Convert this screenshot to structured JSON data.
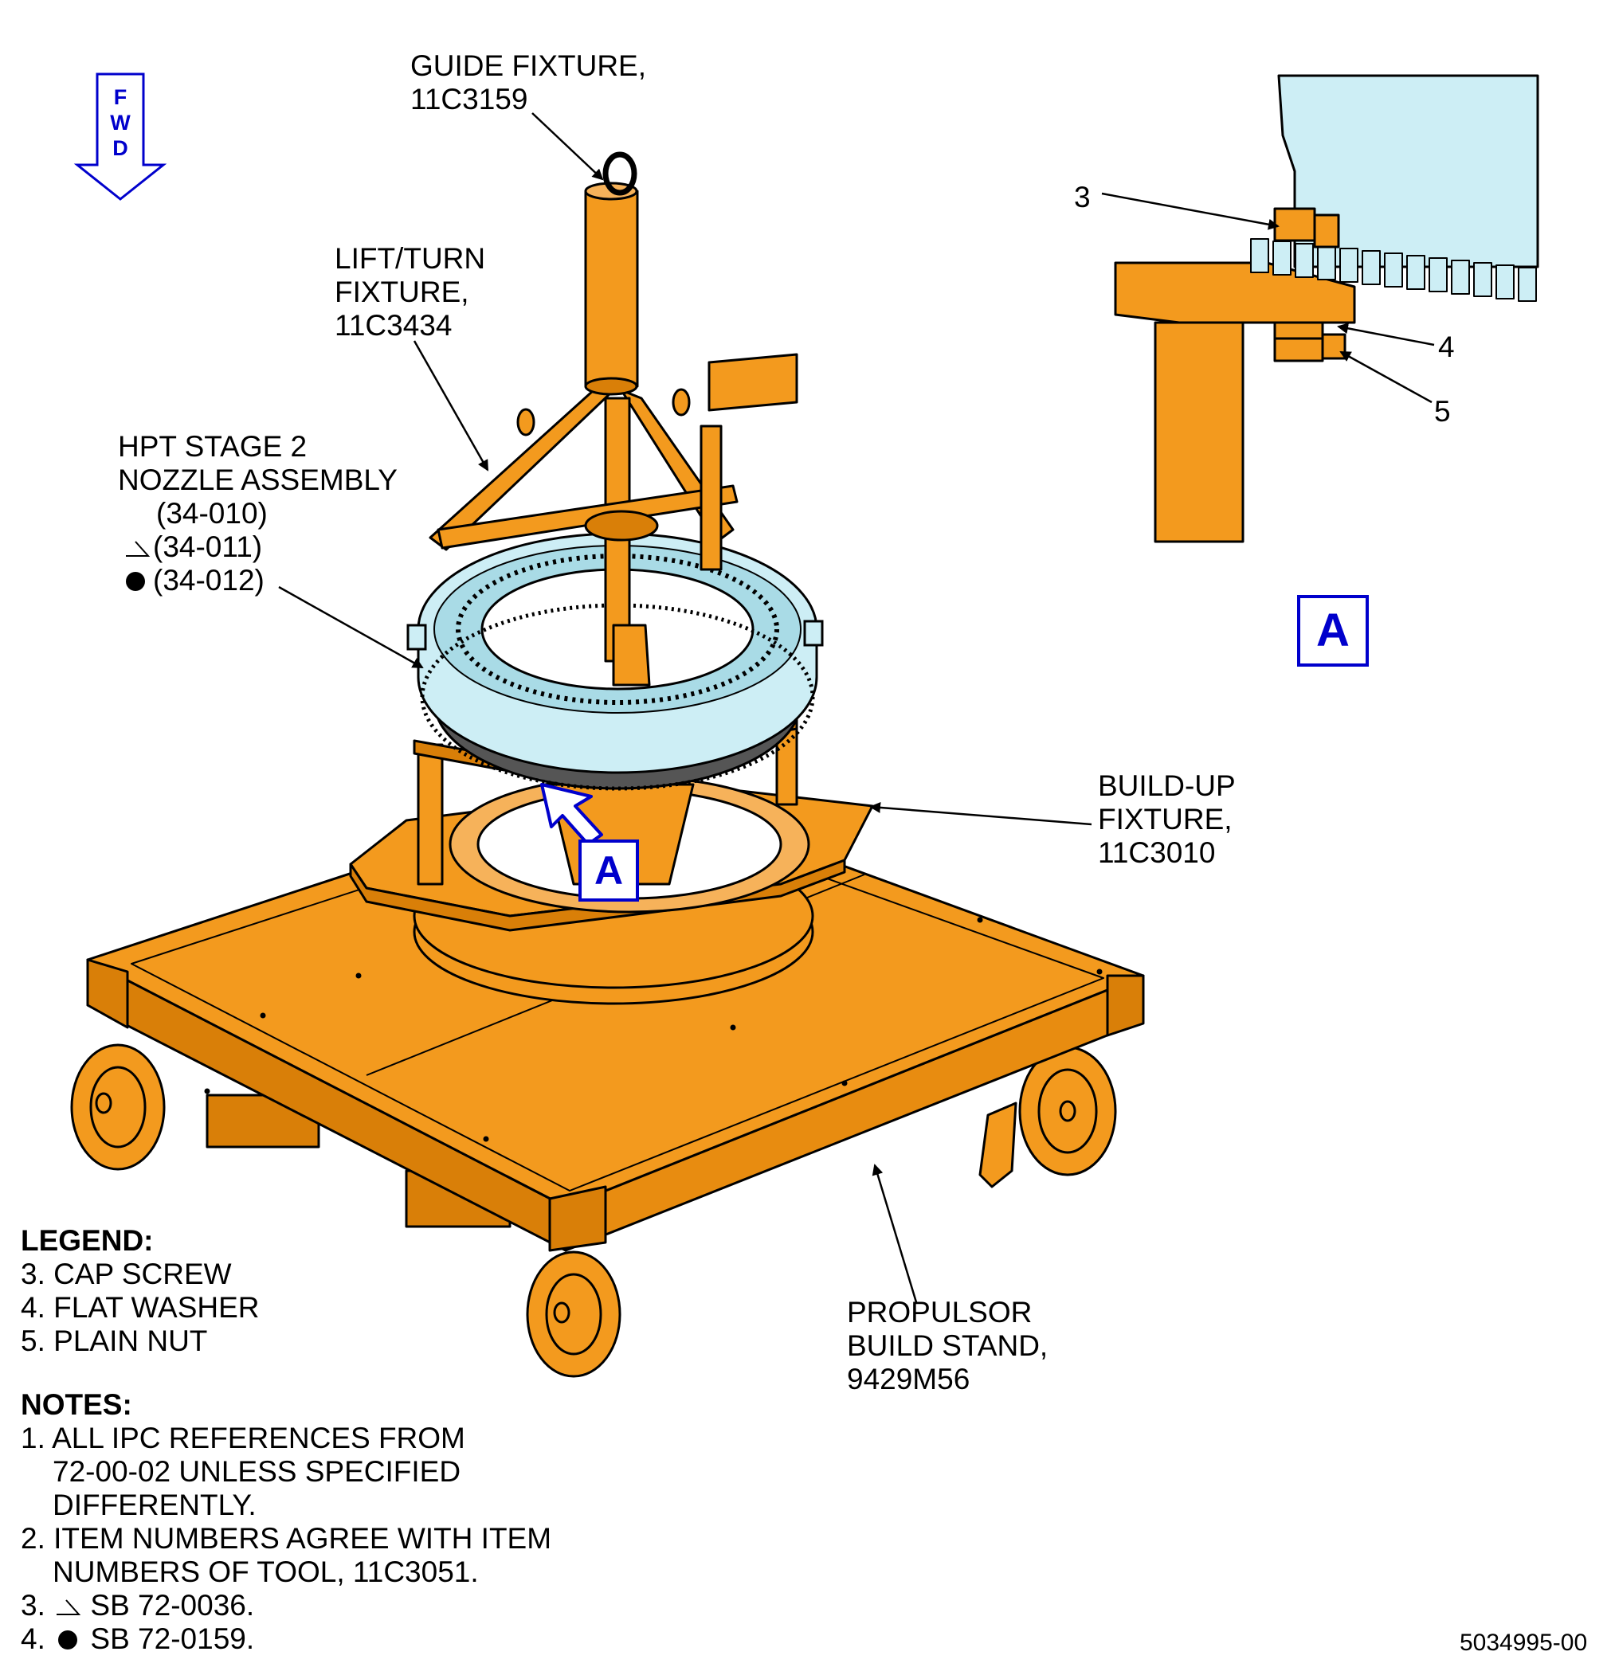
{
  "colors": {
    "fixture_orange": "#f39a1e",
    "fixture_orange_dark": "#d97f08",
    "outline": "#000000",
    "nozzle_blue": "#cdeef5",
    "accent_blue": "#0000cc"
  },
  "fwd_arrow": {
    "letters": [
      "F",
      "W",
      "D"
    ]
  },
  "labels": {
    "guide_fixture": [
      "GUIDE FIXTURE,",
      "11C3159"
    ],
    "lift_turn": [
      "LIFT/TURN",
      "FIXTURE,",
      "11C3434"
    ],
    "hpt_nozzle": {
      "line1": "HPT STAGE 2",
      "line2": "NOZZLE ASSEMBLY",
      "ref_010": "(34-010)",
      "ref_011": "(34-011)",
      "ref_012": "(34-012)"
    },
    "build_up": [
      "BUILD-UP",
      "FIXTURE,",
      "11C3010"
    ],
    "propulsor": [
      "PROPULSOR",
      "BUILD STAND,",
      "9429M56"
    ]
  },
  "detail_view": {
    "tag": "A",
    "item_numbers": [
      "3",
      "4",
      "5"
    ]
  },
  "main_view_tag": "A",
  "legend": {
    "title": "LEGEND:",
    "items": [
      "3. CAP SCREW",
      "4. FLAT WASHER",
      "5. PLAIN NUT"
    ]
  },
  "notes": {
    "title": "NOTES:",
    "note1": [
      "1. ALL IPC REFERENCES FROM",
      "72-00-02 UNLESS SPECIFIED",
      "DIFFERENTLY."
    ],
    "note2": [
      "2. ITEM NUMBERS AGREE WITH ITEM",
      "NUMBERS OF TOOL, 11C3051."
    ],
    "note3_prefix": "3.",
    "note3_text": "SB 72-0036.",
    "note4_prefix": "4.",
    "note4_text": "SB 72-0159."
  },
  "figure_id": "5034995-00"
}
